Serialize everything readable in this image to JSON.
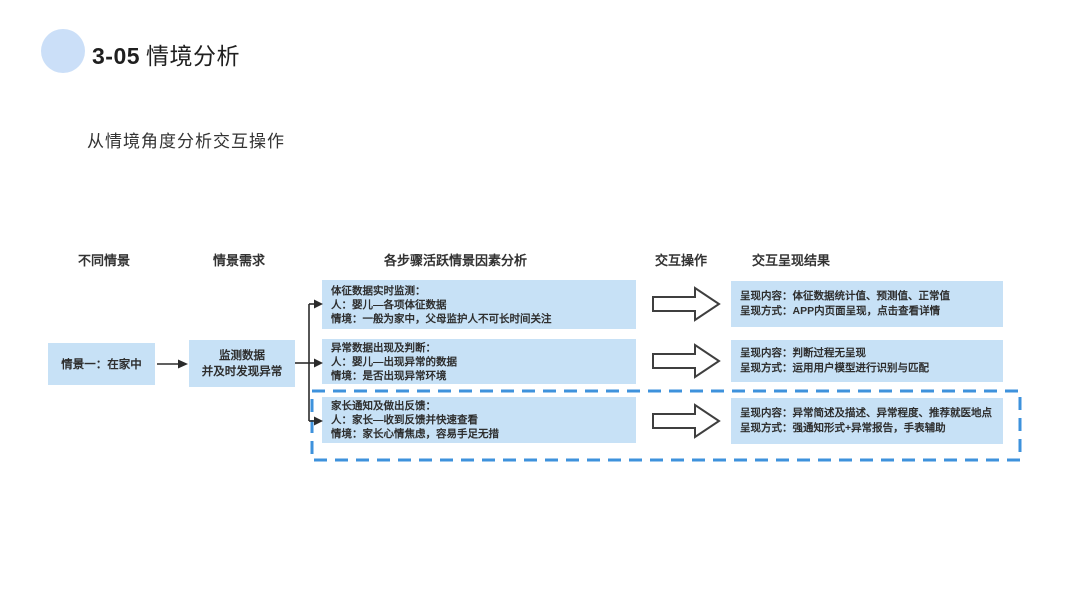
{
  "slide": {
    "title_number": "3-05",
    "title_text": "情境分析",
    "subtitle": "从情境角度分析交互操作"
  },
  "diagram": {
    "headers": [
      {
        "label": "不同情景"
      },
      {
        "label": "情景需求"
      },
      {
        "label": "各步骤活跃情景因素分析"
      },
      {
        "label": "交互操作"
      },
      {
        "label": "交互呈现结果"
      }
    ],
    "scenario_box": {
      "label": "情景一：在家中"
    },
    "need_box": {
      "line1": "监测数据",
      "line2": "并及时发现异常"
    },
    "factor_boxes": [
      {
        "line1": "体征数据实时监测：",
        "line2": "人：婴儿—各项体征数据",
        "line3": "情境：一般为家中，父母监护人不可长时间关注"
      },
      {
        "line1": "异常数据出现及判断：",
        "line2": "人：婴儿—出现异常的数据",
        "line3": "情境：是否出现异常环境"
      },
      {
        "line1": "家长通知及做出反馈：",
        "line2": "人：家长—收到反馈并快速查看",
        "line3": "情境：家长心情焦虑，容易手足无措"
      }
    ],
    "result_boxes": [
      {
        "line1": "呈现内容：体征数据统计值、预测值、正常值",
        "line2": "呈现方式：APP内页面呈现，点击查看详情"
      },
      {
        "line1": "呈现内容：判断过程无呈现",
        "line2": "呈现方式：运用用户模型进行识别与匹配"
      },
      {
        "line1": "呈现内容：异常简述及描述、异常程度、推荐就医地点",
        "line2": "呈现方式：强通知形式+异常报告，手表辅助"
      }
    ],
    "colors": {
      "box_fill": "#C7E1F6",
      "dashed_border": "#3E92DC",
      "connector": "#2b2b2b",
      "flow_arrow_outline": "#3f3f3f",
      "title_circle": "#CBDFF8"
    }
  }
}
